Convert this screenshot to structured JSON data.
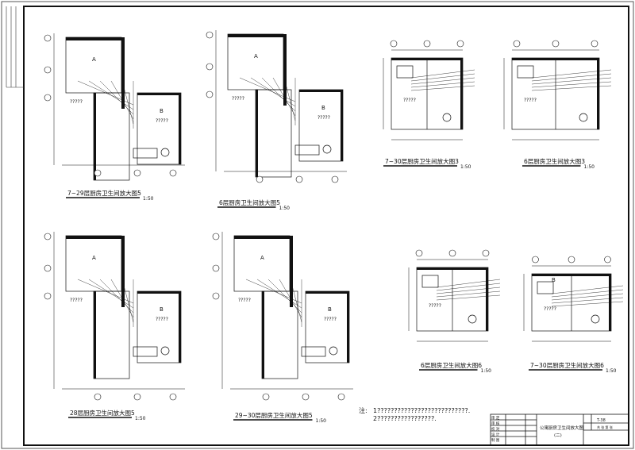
{
  "drawings": [
    {
      "title": "7~29层厨房卫生间放大图5",
      "scale": "1:50",
      "room_a": "A",
      "room_b": "B"
    },
    {
      "title": "6层厨房卫生间放大图5",
      "scale": "1:50",
      "room_a": "A",
      "room_b": "B"
    },
    {
      "title": "7~30层厨房卫生间放大图3",
      "scale": "1:50",
      "room_a": "",
      "room_b": ""
    },
    {
      "title": "6层厨房卫生间放大图3",
      "scale": "1:50",
      "room_a": "",
      "room_b": ""
    },
    {
      "title": "28层厨房卫生间放大图5",
      "scale": "1:50",
      "room_a": "A",
      "room_b": "B"
    },
    {
      "title": "29~30层厨房卫生间放大图5",
      "scale": "1:50",
      "room_a": "A",
      "room_b": "B"
    },
    {
      "title": "6层厨房卫生间放大图6",
      "scale": "1:50",
      "room_a": "",
      "room_b": ""
    },
    {
      "title": "7~30层厨房卫生间放大图6",
      "scale": "1:50",
      "room_a": "",
      "room_b": "B"
    }
  ],
  "room_label": "?????",
  "notes": {
    "prefix": "注:",
    "line1": "1???????????????????????????.",
    "line2": "2?????????????????."
  },
  "title_block": {
    "drawing_name": "公寓厨房卫生间放大图",
    "sub": "(二)",
    "drawing_no": "T-38",
    "rows": [
      "审 定",
      "审 核",
      "校 对",
      "设 计",
      "制 图"
    ],
    "sheet_label": "共  张  第  张"
  }
}
